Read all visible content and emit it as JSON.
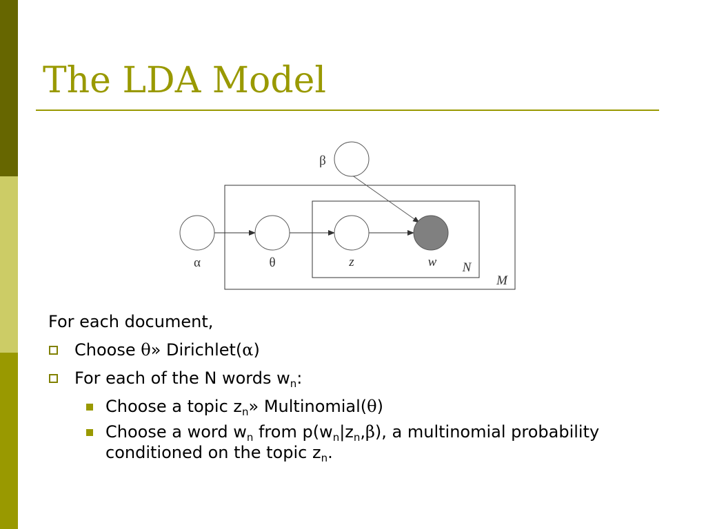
{
  "slide": {
    "title": "The LDA Model"
  },
  "diagram": {
    "labels": {
      "beta": "β",
      "alpha": "α",
      "theta": "θ",
      "z": "z",
      "w": "w",
      "plate_inner": "N",
      "plate_outer": "M"
    },
    "colors": {
      "observed_node": "#808080",
      "latent_node": "#ffffff",
      "stroke": "#333333"
    }
  },
  "content": {
    "intro": "For each document,",
    "bullet1": {
      "pre": "Choose ",
      "theta": "θ",
      "mid": "» Dirichlet(",
      "alpha": "α",
      "post": ")"
    },
    "bullet2": {
      "pre": "For each of the N words w",
      "sub": "n",
      "post": ":"
    },
    "sub1": {
      "pre": "Choose a topic z",
      "sub": "n",
      "mid": "» Multinomial(",
      "theta": "θ",
      "post": ")"
    },
    "sub2": {
      "a": "Choose a word w",
      "a_sub": "n",
      "b": " from p(w",
      "b_sub": "n",
      "c": "|z",
      "c_sub": "n",
      "d": ",",
      "beta": "β",
      "e": "), a multinomial probability conditioned on the topic z",
      "e_sub": "n",
      "f": "."
    }
  },
  "theme": {
    "dark": "#666600",
    "light": "#cccc66",
    "accent": "#999900"
  }
}
